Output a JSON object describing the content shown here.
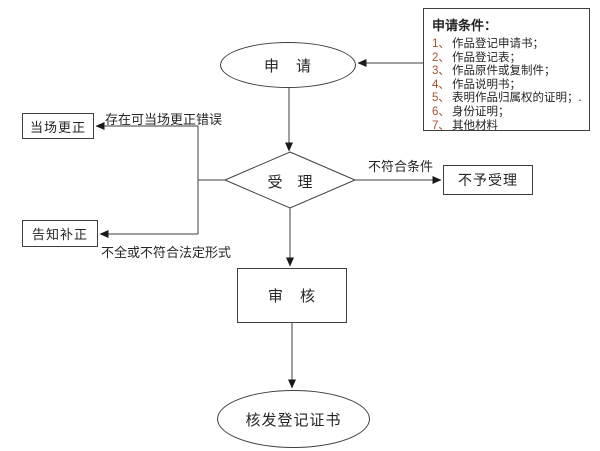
{
  "nodes": {
    "apply": "申　请",
    "accept": "受　理",
    "review": "审　核",
    "issue": "核发登记证书",
    "correct_on_spot": "当场更正",
    "notify_supplement": "告知补正",
    "reject": "不予受理"
  },
  "edge_labels": {
    "correctable_error": "存在可当场更正错误",
    "incomplete_form": "不全或不符合法定形式",
    "not_meet_conditions": "不符合条件"
  },
  "conditions": {
    "title": "申请条件：",
    "items": [
      {
        "num": "1、",
        "text": "作品登记申请书；"
      },
      {
        "num": "2、",
        "text": "作品登记表；"
      },
      {
        "num": "3、",
        "text": "作品原件或复制件；"
      },
      {
        "num": "4、",
        "text": "作品说明书；"
      },
      {
        "num": "5、",
        "text": "表明作品归属权的证明；."
      },
      {
        "num": "6、",
        "text": "身份证明；"
      },
      {
        "num": "7、",
        "text": "其他材料"
      }
    ]
  },
  "colors": {
    "line": "#3f3f3f",
    "text": "#262626",
    "list_number": "#a0522d",
    "background": "#ffffff"
  }
}
